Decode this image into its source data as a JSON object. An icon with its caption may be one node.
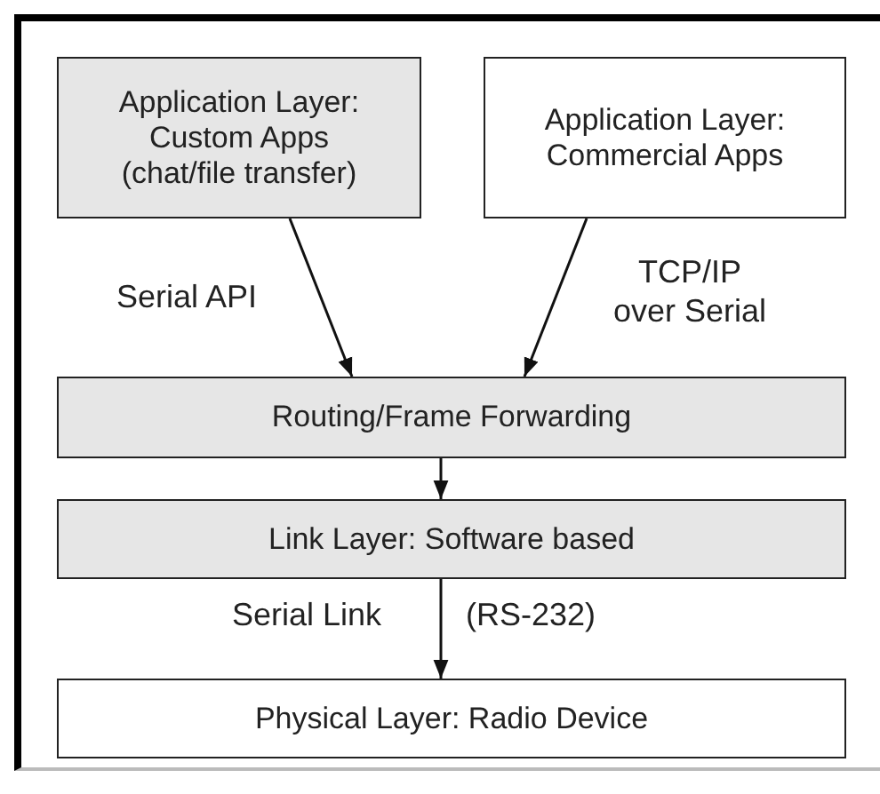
{
  "diagram": {
    "nodes": [
      {
        "text": [
          "Application Layer: Custom Apps (chat/file transfer)"
        ]
      },
      {
        "text": [
          "Application Layer: Commercial Apps"
        ]
      },
      {
        "text": [
          "Routing/Frame Forwarding"
        ]
      },
      {
        "text": [
          "Link Layer: Software based"
        ]
      },
      {
        "text": [
          "Physical Layer: Radio Device"
        ]
      }
    ],
    "edges": [
      {
        "from": 0,
        "to": 2,
        "arrow": "to",
        "label": "Serial API"
      },
      {
        "from": 1,
        "to": 2,
        "arrow": "to",
        "label": "TCP/IP over Serial"
      },
      {
        "from": 2,
        "to": 3,
        "arrow": "to"
      },
      {
        "from": 3,
        "to": 4,
        "arrow": "to",
        "label": "Serial Link"
      }
    ],
    "labels": [
      "(RS-232)"
    ]
  }
}
